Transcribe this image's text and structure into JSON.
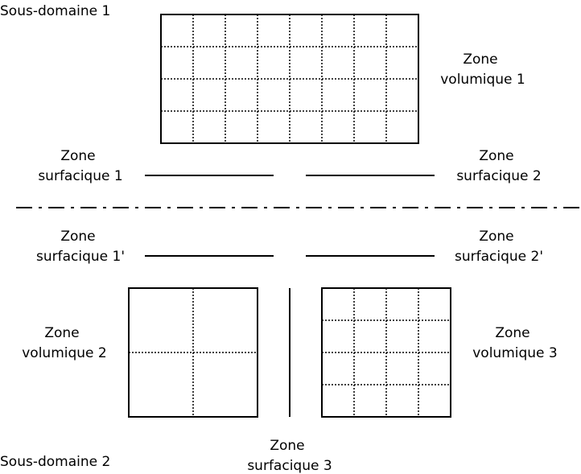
{
  "labels": {
    "subdomain_1": "Sous-domaine 1",
    "subdomain_2": "Sous-domaine 2",
    "volume_zone_1": [
      "Zone",
      "volumique 1"
    ],
    "volume_zone_2": [
      "Zone",
      "volumique 2"
    ],
    "volume_zone_3": [
      "Zone",
      "volumique 3"
    ],
    "surface_zone_1": [
      "Zone",
      "surfacique 1"
    ],
    "surface_zone_2": [
      "Zone",
      "surfacique 2"
    ],
    "surface_zone_1_prime": [
      "Zone",
      "surfacique 1'"
    ],
    "surface_zone_2_prime": [
      "Zone",
      "surfacique 2'"
    ],
    "surface_zone_3": [
      "Zone",
      "surfacique 3"
    ]
  }
}
